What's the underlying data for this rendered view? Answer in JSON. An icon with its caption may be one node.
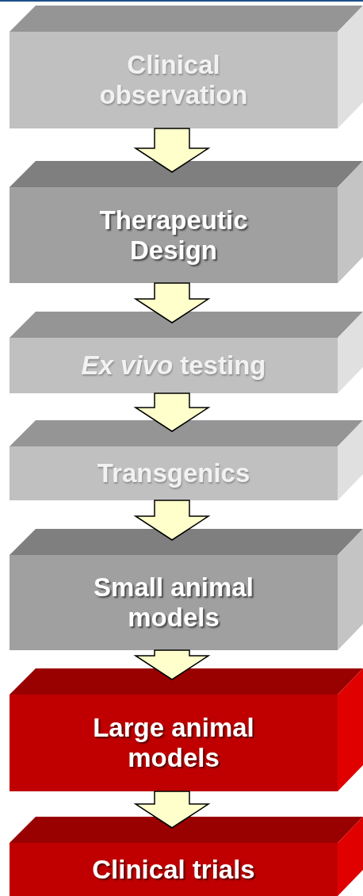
{
  "diagram": {
    "nodes": [
      {
        "text": [
          "Clinical observation"
        ]
      },
      {
        "text": [
          "Therapeutic Design"
        ]
      },
      {
        "text": [
          "*Ex vivo* testing"
        ]
      },
      {
        "text": [
          "Transgenics"
        ]
      },
      {
        "text": [
          "Small animal models"
        ]
      },
      {
        "text": [
          "Large animal models"
        ]
      },
      {
        "text": [
          "Clinical trials"
        ]
      }
    ],
    "edges": [
      {
        "from": 0,
        "to": 1,
        "arrow": "to"
      },
      {
        "from": 1,
        "to": 2,
        "arrow": "to"
      },
      {
        "from": 2,
        "to": 3,
        "arrow": "to"
      },
      {
        "from": 3,
        "to": 4,
        "arrow": "to"
      },
      {
        "from": 4,
        "to": 5,
        "arrow": "to"
      },
      {
        "from": 5,
        "to": 6,
        "arrow": "to"
      }
    ]
  }
}
